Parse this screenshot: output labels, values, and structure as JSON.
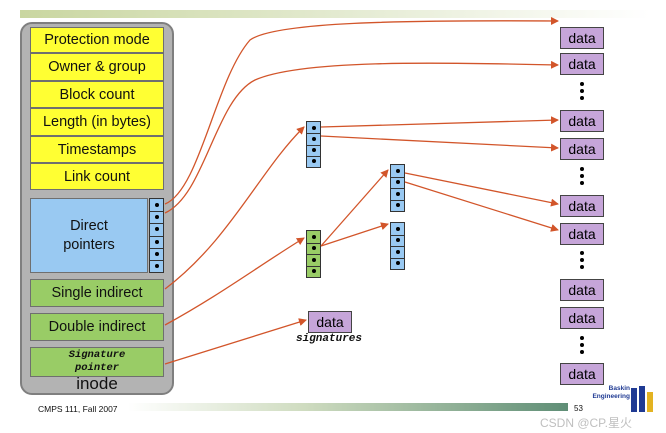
{
  "inode": {
    "label": "inode",
    "fields": [
      "Protection mode",
      "Owner & group",
      "Block count",
      "Length (in bytes)",
      "Timestamps",
      "Link count"
    ],
    "direct": "Direct\npointers",
    "single": "Single indirect",
    "double": "Double indirect",
    "signature": "Signature\npointer"
  },
  "data_label": "data",
  "signatures_label": "signatures",
  "footer": {
    "course": "CMPS 111, Fall 2007",
    "page": "53",
    "logo": "Baskin\nEngineering"
  },
  "watermark": "CSDN @CP.星火",
  "colors": {
    "field_yellow": "#ffff33",
    "direct_blue": "#99c9f2",
    "indirect_green": "#99cc66",
    "data_purple": "#c6a5d9",
    "arrow_red": "#d2552a"
  }
}
